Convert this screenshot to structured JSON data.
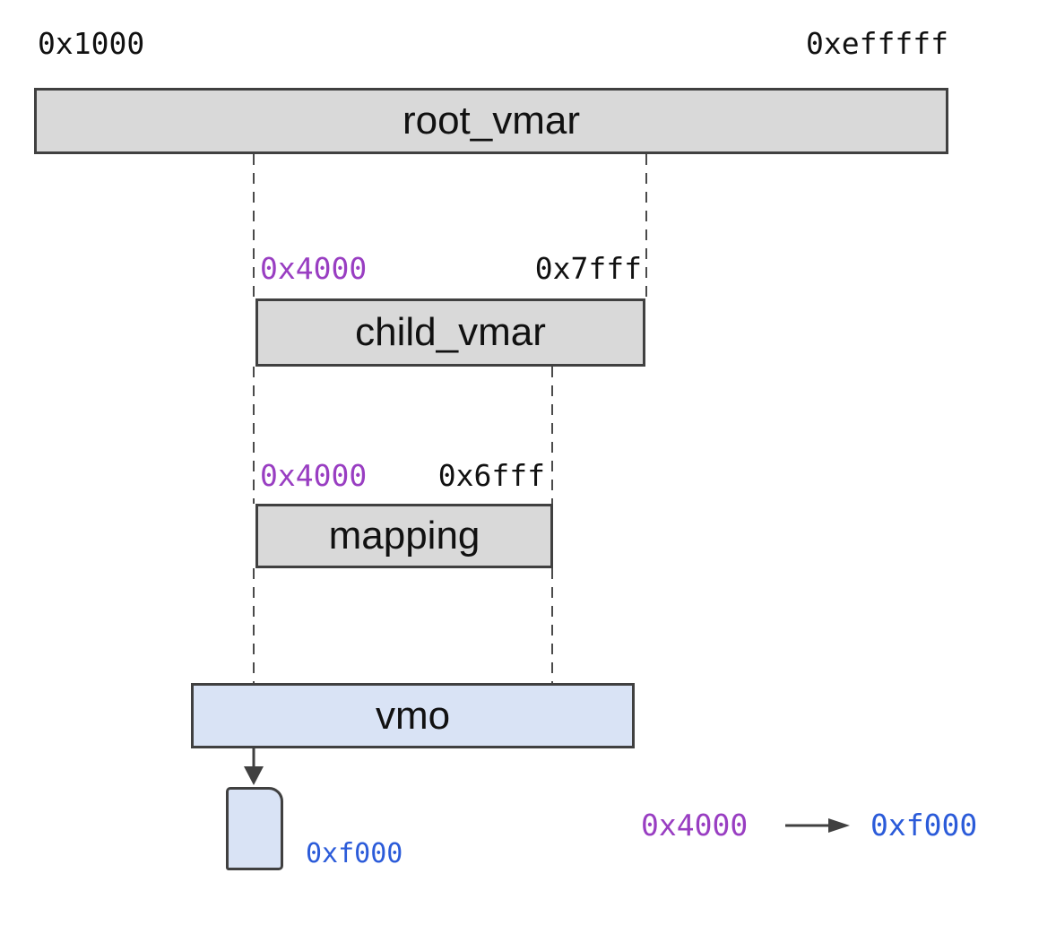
{
  "colors": {
    "region_fill_gray": "#d9d9d9",
    "vmo_fill_blue": "#d9e3f5",
    "stroke_dark": "#404040",
    "address_black": "#111111",
    "address_purple": "#993ec2",
    "address_blue": "#2b5bd9"
  },
  "regions": {
    "root_vmar": {
      "label": "root_vmar",
      "start_address": "0x1000",
      "end_address": "0xefffff"
    },
    "child_vmar": {
      "label": "child_vmar",
      "start_address": "0x4000",
      "end_address": "0x7fff"
    },
    "mapping": {
      "label": "mapping",
      "start_address": "0x4000",
      "end_address": "0x6fff"
    },
    "vmo": {
      "label": "vmo"
    },
    "page": {
      "address": "0xf000"
    }
  },
  "translation": {
    "from_address": "0x4000",
    "to_address": "0xf000"
  },
  "icons": {
    "down_arrow": "down-arrow-icon",
    "right_arrow": "right-arrow-icon"
  }
}
